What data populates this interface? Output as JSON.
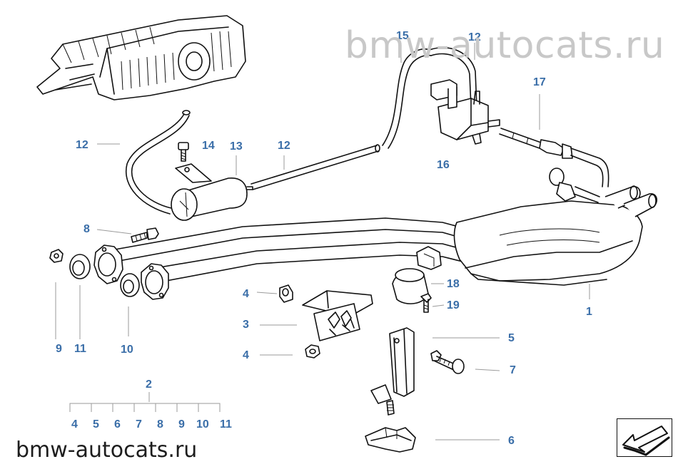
{
  "watermark_top": "bmw-autocats.ru",
  "watermark_bottom": "bmw-autocats.ru",
  "nav": {
    "icon": "arrow-down-left-icon"
  },
  "callouts": [
    {
      "id": "c-15",
      "text": "15"
    },
    {
      "id": "c-12a",
      "text": "12"
    },
    {
      "id": "c-17",
      "text": "17"
    },
    {
      "id": "c-12b",
      "text": "12"
    },
    {
      "id": "c-14",
      "text": "14"
    },
    {
      "id": "c-13",
      "text": "13"
    },
    {
      "id": "c-12c",
      "text": "12"
    },
    {
      "id": "c-16",
      "text": "16"
    },
    {
      "id": "c-8",
      "text": "8"
    },
    {
      "id": "c-18",
      "text": "18"
    },
    {
      "id": "c-19",
      "text": "19"
    },
    {
      "id": "c-4a",
      "text": "4"
    },
    {
      "id": "c-3",
      "text": "3"
    },
    {
      "id": "c-4b",
      "text": "4"
    },
    {
      "id": "c-1",
      "text": "1"
    },
    {
      "id": "c-9",
      "text": "9"
    },
    {
      "id": "c-11",
      "text": "11"
    },
    {
      "id": "c-10",
      "text": "10"
    },
    {
      "id": "c-5",
      "text": "5"
    },
    {
      "id": "c-7",
      "text": "7"
    },
    {
      "id": "c-2",
      "text": "2"
    },
    {
      "id": "c-6",
      "text": "6"
    }
  ],
  "kit_items": [
    "4",
    "5",
    "6",
    "7",
    "8",
    "9",
    "10",
    "11"
  ]
}
